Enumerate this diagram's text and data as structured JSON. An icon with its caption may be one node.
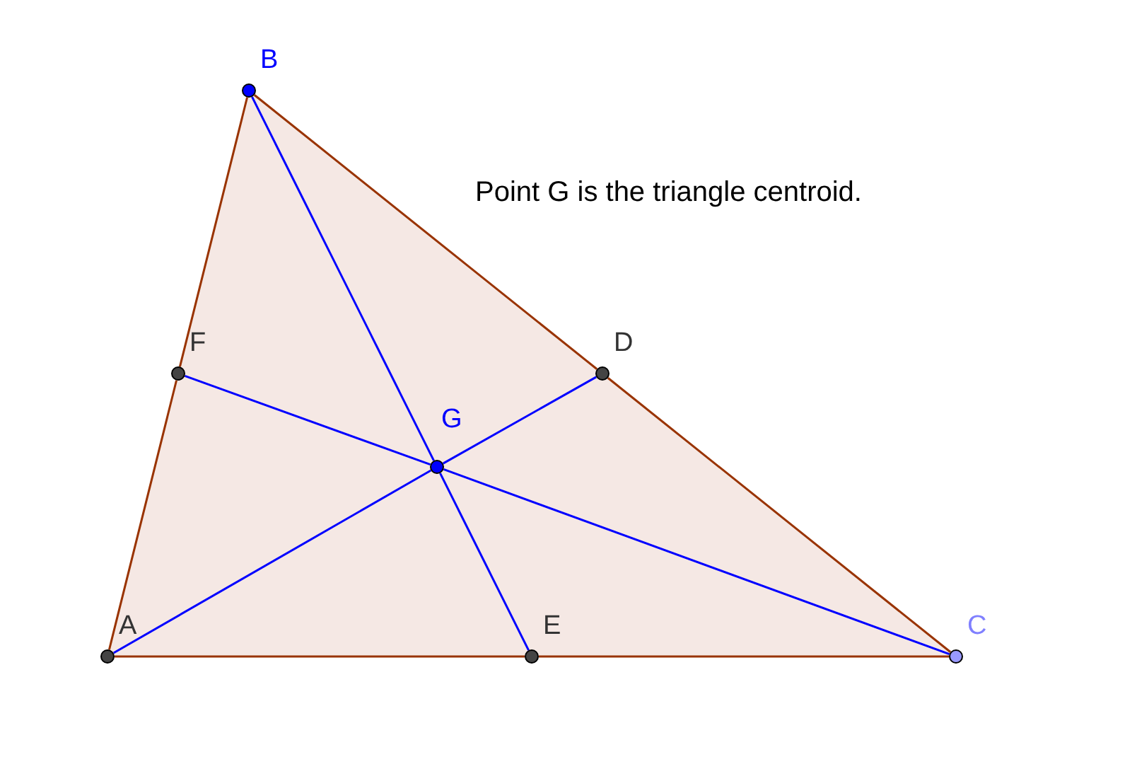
{
  "diagram": {
    "nodes": [
      {
        "text": [
          "A"
        ]
      },
      {
        "text": [
          "B"
        ]
      },
      {
        "text": [
          "C"
        ]
      },
      {
        "text": [
          "D"
        ]
      },
      {
        "text": [
          "E"
        ]
      },
      {
        "text": [
          "F"
        ]
      },
      {
        "text": [
          "G"
        ]
      }
    ],
    "edges": [
      {
        "from": 0,
        "to": 5,
        "arrow": "none",
        "color": "#993300"
      },
      {
        "from": 5,
        "to": 1,
        "arrow": "none",
        "color": "#993300"
      },
      {
        "from": 1,
        "to": 3,
        "arrow": "none",
        "color": "#993300"
      },
      {
        "from": 3,
        "to": 2,
        "arrow": "none",
        "color": "#993300"
      },
      {
        "from": 2,
        "to": 4,
        "arrow": "none",
        "color": "#993300"
      },
      {
        "from": 4,
        "to": 0,
        "arrow": "none",
        "color": "#993300"
      },
      {
        "from": 0,
        "to": 6,
        "arrow": "none",
        "color": "#0000ff"
      },
      {
        "from": 6,
        "to": 3,
        "arrow": "none",
        "color": "#0000ff"
      },
      {
        "from": 1,
        "to": 6,
        "arrow": "none",
        "color": "#0000ff"
      },
      {
        "from": 6,
        "to": 4,
        "arrow": "none",
        "color": "#0000ff"
      },
      {
        "from": 2,
        "to": 6,
        "arrow": "none",
        "color": "#0000ff"
      },
      {
        "from": 6,
        "to": 5,
        "arrow": "none",
        "color": "#0000ff"
      }
    ],
    "labels": [
      "Point G is the triangle centroid."
    ]
  }
}
